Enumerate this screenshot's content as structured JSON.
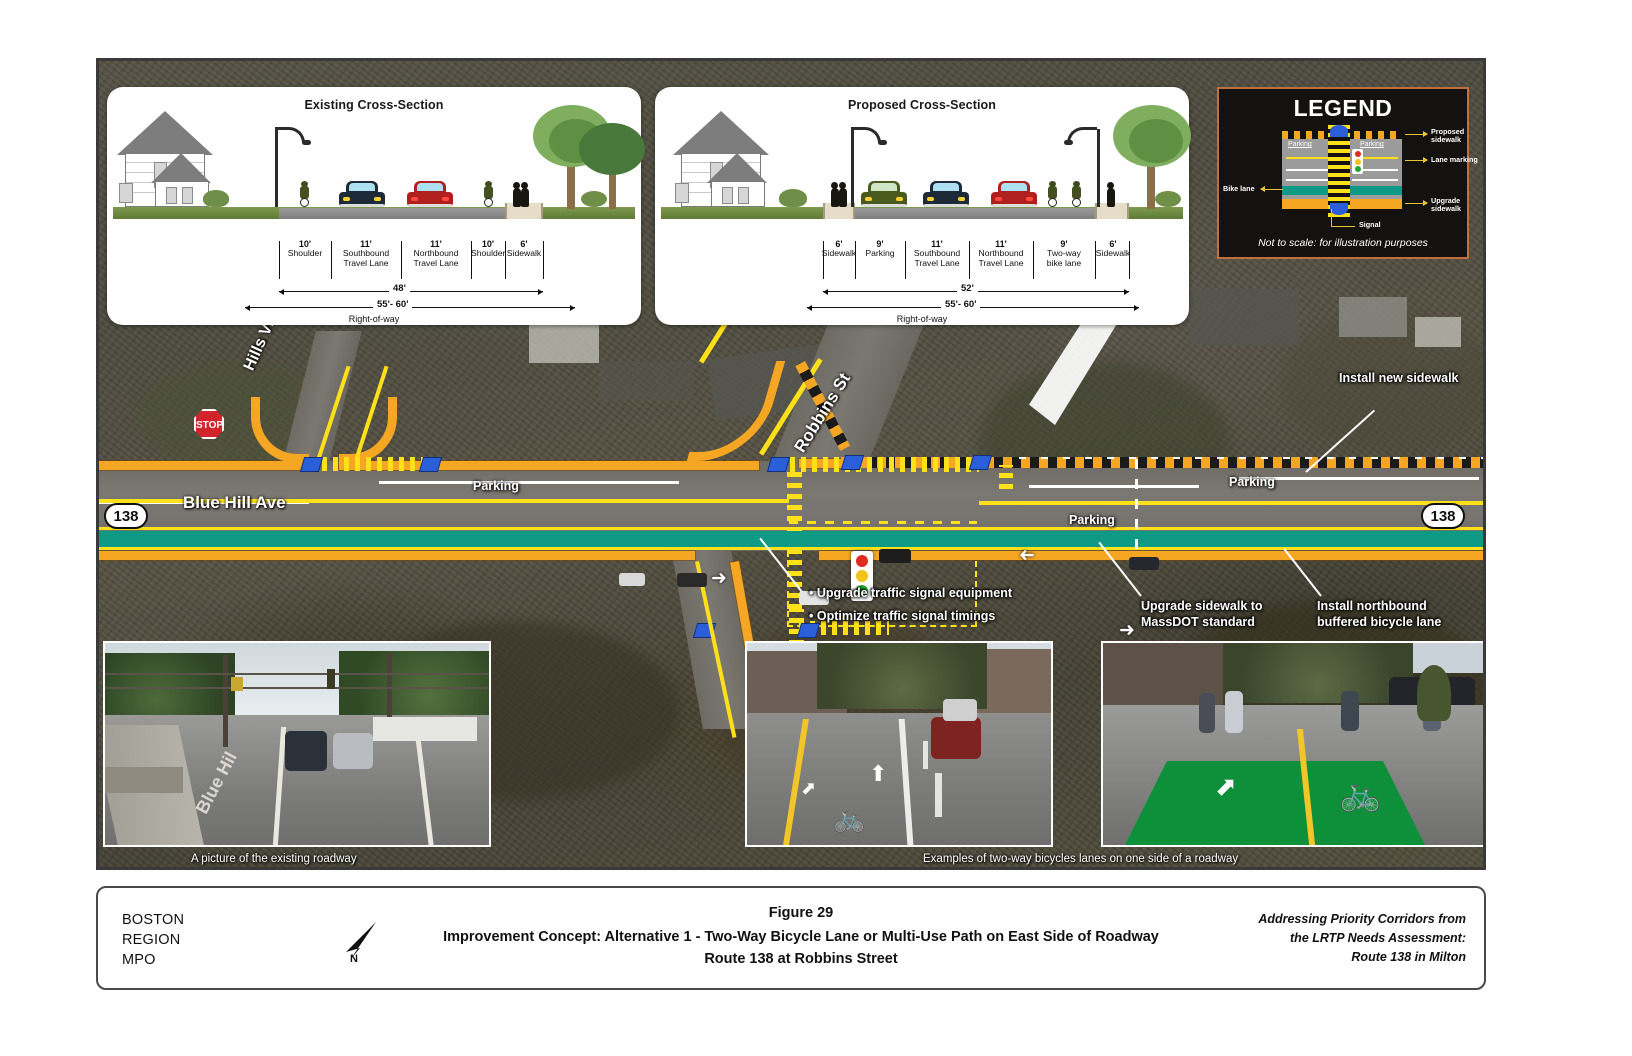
{
  "figure": {
    "number": "Figure 29",
    "title_line1": "Improvement Concept: Alternative 1 - Two-Way Bicycle Lane or Multi-Use Path on East Side of Roadway",
    "title_line2": "Route 138 at Robbins Street",
    "organization_line1": "BOSTON",
    "organization_line2": "REGION",
    "organization_line3": "MPO",
    "source_line1": "Addressing Priority Corridors from",
    "source_line2": "the LRTP Needs Assessment:",
    "source_line3": "Route 138 in Milton",
    "north_arrow": "north-arrow"
  },
  "cross_sections": {
    "existing": {
      "title": "Existing Cross-Section",
      "lanes": [
        {
          "width": "10'",
          "name": "Shoulder",
          "name2": ""
        },
        {
          "width": "11'",
          "name": "Southbound",
          "name2": "Travel Lane"
        },
        {
          "width": "11'",
          "name": "Northbound",
          "name2": "Travel Lane"
        },
        {
          "width": "10'",
          "name": "Shoulder",
          "name2": ""
        },
        {
          "width": "6'",
          "name": "Sidewalk",
          "name2": ""
        }
      ],
      "pavement_dim": "48'",
      "row_dim": "55'- 60'",
      "row_label": "Right-of-way"
    },
    "proposed": {
      "title": "Proposed Cross-Section",
      "lanes": [
        {
          "width": "6'",
          "name": "Sidewalk",
          "name2": ""
        },
        {
          "width": "9'",
          "name": "Parking",
          "name2": ""
        },
        {
          "width": "11'",
          "name": "Southbound",
          "name2": "Travel Lane"
        },
        {
          "width": "11'",
          "name": "Northbound",
          "name2": "Travel Lane"
        },
        {
          "width": "9'",
          "name": "Two-way",
          "name2": "bike lane"
        },
        {
          "width": "6'",
          "name": "Sidewalk",
          "name2": ""
        }
      ],
      "pavement_dim": "52'",
      "row_dim": "55'- 60'",
      "row_label": "Right-of-way"
    }
  },
  "legend": {
    "title": "LEGEND",
    "note": "Not to scale: for illustration purposes",
    "items": {
      "proposed_sidewalk": "Proposed\nsidewalk",
      "proposed_sidewalk_l1": "Proposed",
      "proposed_sidewalk_l2": "sidewalk",
      "lane_marking": "Lane marking",
      "upgrade_sidewalk_l1": "Upgrade",
      "upgrade_sidewalk_l2": "sidewalk",
      "bike_lane": "Bike lane",
      "signal": "Signal",
      "parking_left": "Parking",
      "parking_right": "Parking"
    },
    "colors": {
      "border": "#C0703A",
      "background": "#141210",
      "proposed_sidewalk": "#F5A623",
      "lane_marking": "#FFE11A",
      "bike_lane": "#0E9A84",
      "arrow": "#E8C33A"
    }
  },
  "map": {
    "route_shield_left": "138",
    "route_shield_right": "138",
    "street_main": "Blue Hill Ave",
    "street_side_1": "Hills View Rd",
    "street_side_2": "Robbins St",
    "stop_sign": "STOP",
    "parking_labels": [
      "Parking",
      "Parking",
      "Parking"
    ],
    "annotations": [
      {
        "id": "install-new-sidewalk",
        "text": "Install new sidewalk"
      },
      {
        "id": "upgrade-signal-equipment",
        "text": "• Upgrade traffic signal equipment"
      },
      {
        "id": "optimize-signal-timings",
        "text": "• Optimize traffic signal timings"
      },
      {
        "id": "upgrade-sidewalk-massdot",
        "line1": "Upgrade sidewalk to",
        "line2": "MassDOT standard"
      },
      {
        "id": "install-buffered-bike-lane",
        "line1": "Install northbound",
        "line2": "buffered bicycle lane"
      }
    ]
  },
  "photos": [
    {
      "id": "existing-roadway-photo",
      "caption": "A picture of the existing roadway"
    },
    {
      "id": "two-way-bike-lane-photo-1",
      "caption": ""
    },
    {
      "id": "two-way-bike-lane-photo-2",
      "caption": ""
    }
  ],
  "photo_group_caption": "Examples of two-way bicycles lanes on one side of a roadway"
}
